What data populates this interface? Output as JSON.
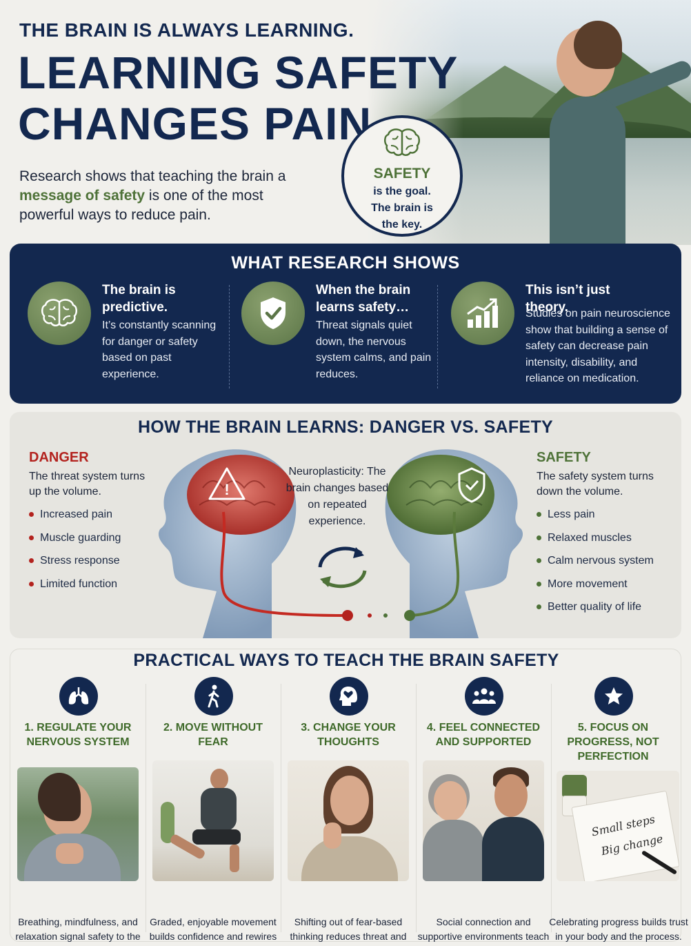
{
  "hero": {
    "eyebrow": "THE BRAIN IS ALWAYS LEARNING.",
    "headline_line1": "LEARNING SAFETY",
    "headline_line2": "CHANGES PAIN.",
    "intro_pre": "Research shows that teaching the brain a ",
    "intro_highlight": "message of safety",
    "intro_post": " is one of the most powerful ways to reduce pain.",
    "badge_title": "SAFETY",
    "badge_sub": "is the goal. The brain is the key."
  },
  "research": {
    "title": "WHAT RESEARCH SHOWS",
    "items": [
      {
        "icon": "brain-icon",
        "title": "The brain is predictive.",
        "text": "It’s constantly scanning for danger or safety based on past experience."
      },
      {
        "icon": "shield-check-icon",
        "title": "When the brain learns safety…",
        "text": "Threat signals quiet down, the nervous system calms, and pain reduces."
      },
      {
        "icon": "bar-chart-up-icon",
        "title": "This isn’t just theory.",
        "text": "Studies on pain neuroscience show that building a sense of safety can decrease pain intensity, disability, and reliance on medication."
      }
    ]
  },
  "learns": {
    "title": "HOW THE BRAIN LEARNS: DANGER VS. SAFETY",
    "danger": {
      "title": "DANGER",
      "desc": "The threat system turns up the volume.",
      "items": [
        "Increased pain",
        "Muscle guarding",
        "Stress response",
        "Limited function"
      ],
      "color": "#b3221e"
    },
    "neuro": "Neuroplasticity: The brain changes based on repeated experience.",
    "safety": {
      "title": "SAFETY",
      "desc": "The safety system turns down the volume.",
      "items": [
        "Less pain",
        "Relaxed muscles",
        "Calm nervous system",
        "More movement",
        "Better quality of life"
      ],
      "color": "#4e7238"
    }
  },
  "practical": {
    "title": "PRACTICAL WAYS TO TEACH THE BRAIN SAFETY",
    "items": [
      {
        "icon": "lungs-icon",
        "title": "1. REGULATE YOUR NERVOUS SYSTEM",
        "desc": "Breathing, mindfulness, and relaxation signal safety to the brain."
      },
      {
        "icon": "walking-person-icon",
        "title": "2. MOVE WITHOUT FEAR",
        "desc": "Graded, enjoyable movement builds confidence and rewires threat pathways."
      },
      {
        "icon": "head-heart-icon",
        "title": "3. CHANGE YOUR THOUGHTS",
        "desc": "Shifting out of fear-based thinking reduces threat and supports healing."
      },
      {
        "icon": "people-group-icon",
        "title": "4. FEEL CONNECTED AND SUPPORTED",
        "desc": "Social connection and supportive environments teach the brain it’s safe."
      },
      {
        "icon": "star-icon",
        "title": "5. FOCUS ON PROGRESS, NOT PERFECTION",
        "desc": "Celebrating progress builds trust in your body and the process."
      }
    ],
    "notebook_line1": "Small steps",
    "notebook_line2": "Big change"
  },
  "colors": {
    "navy": "#13284f",
    "green": "#4e7238",
    "red": "#b3221e"
  }
}
